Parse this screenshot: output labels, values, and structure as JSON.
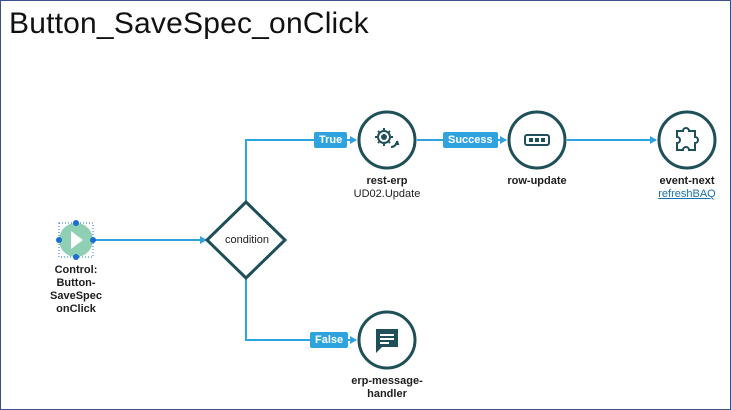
{
  "page": {
    "title": "Button_SaveSpec_onClick"
  },
  "colors": {
    "node_stroke": "#1f4f58",
    "node_icon": "#1f4f58",
    "connector": "#2ea3e0",
    "badge_bg": "#2ea3e0",
    "start_fill": "#8fd0b4",
    "handle": "#1a6fd0",
    "link": "#1a6fb0"
  },
  "nodes": {
    "start": {
      "label_lines": [
        "Control:",
        "Button-",
        "SaveSpec",
        "onClick"
      ],
      "icon": "play-icon"
    },
    "condition": {
      "label": "condition"
    },
    "rest_erp": {
      "label": "rest-erp",
      "sub": "UD02.Update",
      "icon": "gear-sync-icon"
    },
    "row_update": {
      "label": "row-update",
      "icon": "row-update-icon"
    },
    "event_next": {
      "label": "event-next",
      "link": "refreshBAQ",
      "icon": "puzzle-icon"
    },
    "erp_message_handler": {
      "label_lines": [
        "erp-message-",
        "handler"
      ],
      "icon": "message-icon"
    }
  },
  "edges": {
    "true_label": "True",
    "false_label": "False",
    "success_label": "Success"
  }
}
